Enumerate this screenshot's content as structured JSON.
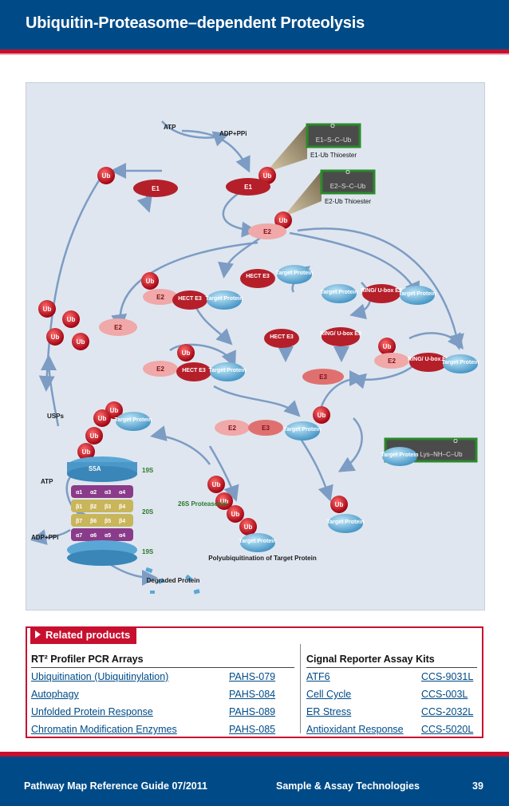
{
  "header": {
    "title": "Ubiquitin-Proteasome–dependent Proteolysis"
  },
  "map": {
    "atp": "ATP",
    "adp_ppi": "ADP+PPi",
    "ub": "Ub",
    "e1": "E1",
    "e2": "E2",
    "e3": "E3",
    "hect_e3": "HECT E3",
    "ring_ubox_e3": "RING/ U-box E3",
    "target_protein": "Target Protein",
    "e1_ub_thioester": "E1-Ub Thioester",
    "e2_ub_thioester": "E2-Ub Thioester",
    "thioester_formula_e1": "E1–S–C–Ub",
    "thioester_formula_e2": "E2–S–C–Ub",
    "isopeptide_formula": "Lys–NH–C–Ub",
    "oxygen": "O",
    "usps": "USPs",
    "s5a": "S5A",
    "p19s_top": "19S",
    "p20s": "20S",
    "p19s_bottom": "19S",
    "proteasome_26s": "26S Proteasome",
    "alpha": [
      "α1",
      "α2",
      "α3",
      "α4"
    ],
    "beta_top": [
      "β1",
      "β2",
      "β3",
      "β4"
    ],
    "beta_bottom": [
      "β7",
      "β6",
      "β5",
      "β4"
    ],
    "alpha_bottom": [
      "α7",
      "α6",
      "α5",
      "α4"
    ],
    "polyubiquitination": "Polyubiquitination of Target Protein",
    "degraded_protein": "Degraded Protein"
  },
  "related": {
    "tab_label": "Related products",
    "left_header": "RT² Profiler PCR Arrays",
    "right_header": "Cignal Reporter Assay Kits",
    "left_items": [
      {
        "name": "Ubiquitination (Ubiquitinylation)",
        "code": "PAHS-079"
      },
      {
        "name": "Autophagy",
        "code": "PAHS-084"
      },
      {
        "name": "Unfolded Protein Response",
        "code": "PAHS-089"
      },
      {
        "name": "Chromatin Modification Enzymes",
        "code": "PAHS-085"
      }
    ],
    "right_items": [
      {
        "name": "ATF6",
        "code": "CCS-9031L"
      },
      {
        "name": "Cell Cycle",
        "code": "CCS-003L"
      },
      {
        "name": "ER Stress",
        "code": "CCS-2032L"
      },
      {
        "name": "Antioxidant Response",
        "code": "CCS-5020L"
      }
    ]
  },
  "footer": {
    "guide": "Pathway Map Reference Guide   07/2011",
    "company": "Sample & Assay Technologies",
    "page": "39"
  },
  "colors": {
    "brand_blue": "#004b87",
    "accent_red": "#c8102e",
    "map_bg": "#dfe6ef",
    "arrow": "#7c9cc4"
  }
}
